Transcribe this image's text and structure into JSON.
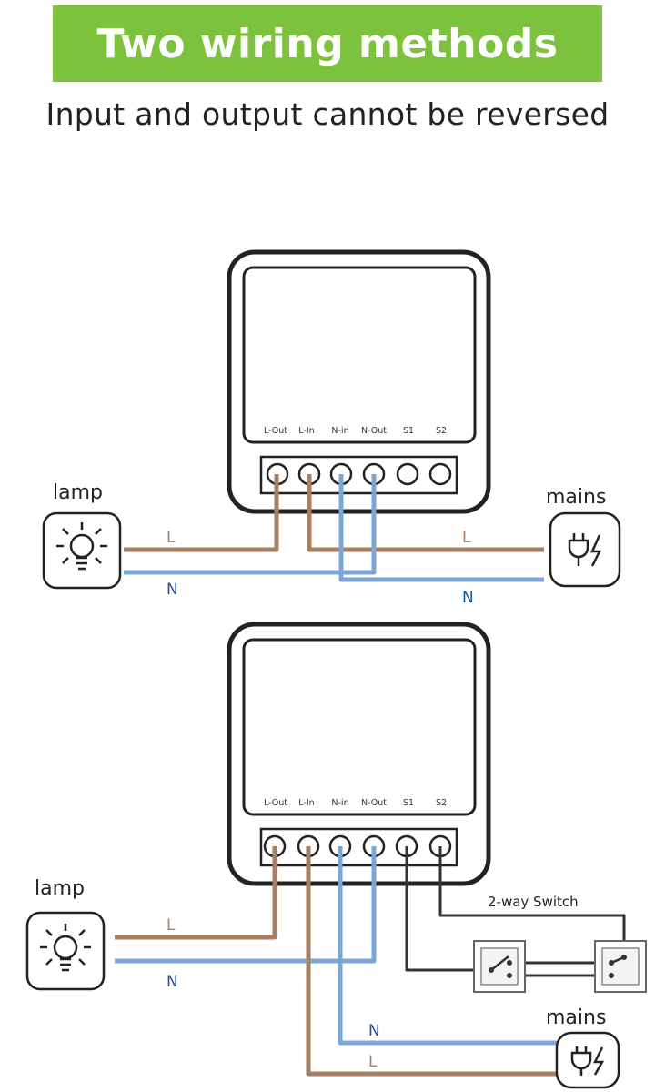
{
  "header": {
    "title": "Two wiring methods",
    "subtitle": "Input and output cannot be reversed"
  },
  "diagram1": {
    "terminals": [
      "L-Out",
      "L-In",
      "N-in",
      "N-Out",
      "S1",
      "S2"
    ],
    "lamp_label": "lamp",
    "mains_label": "mains",
    "wire_labels": {
      "lamp_L": "L",
      "lamp_N": "N",
      "mains_L": "L",
      "mains_N": "N"
    }
  },
  "diagram2": {
    "terminals": [
      "L-Out",
      "L-In",
      "N-in",
      "N-Out",
      "S1",
      "S2"
    ],
    "lamp_label": "lamp",
    "mains_label": "mains",
    "switch_label": "2-way Switch",
    "wire_labels": {
      "lamp_L": "L",
      "lamp_N": "N",
      "mains_N": "N",
      "mains_L": "L"
    }
  },
  "colors": {
    "banner": "#7cc23c",
    "live_wire": "#a87f63",
    "neutral_wire": "#7aa7d8",
    "switch_wire": "#333333",
    "outline": "#222222"
  },
  "icons": [
    "bulb-icon",
    "plug-icon",
    "switch-icon"
  ]
}
